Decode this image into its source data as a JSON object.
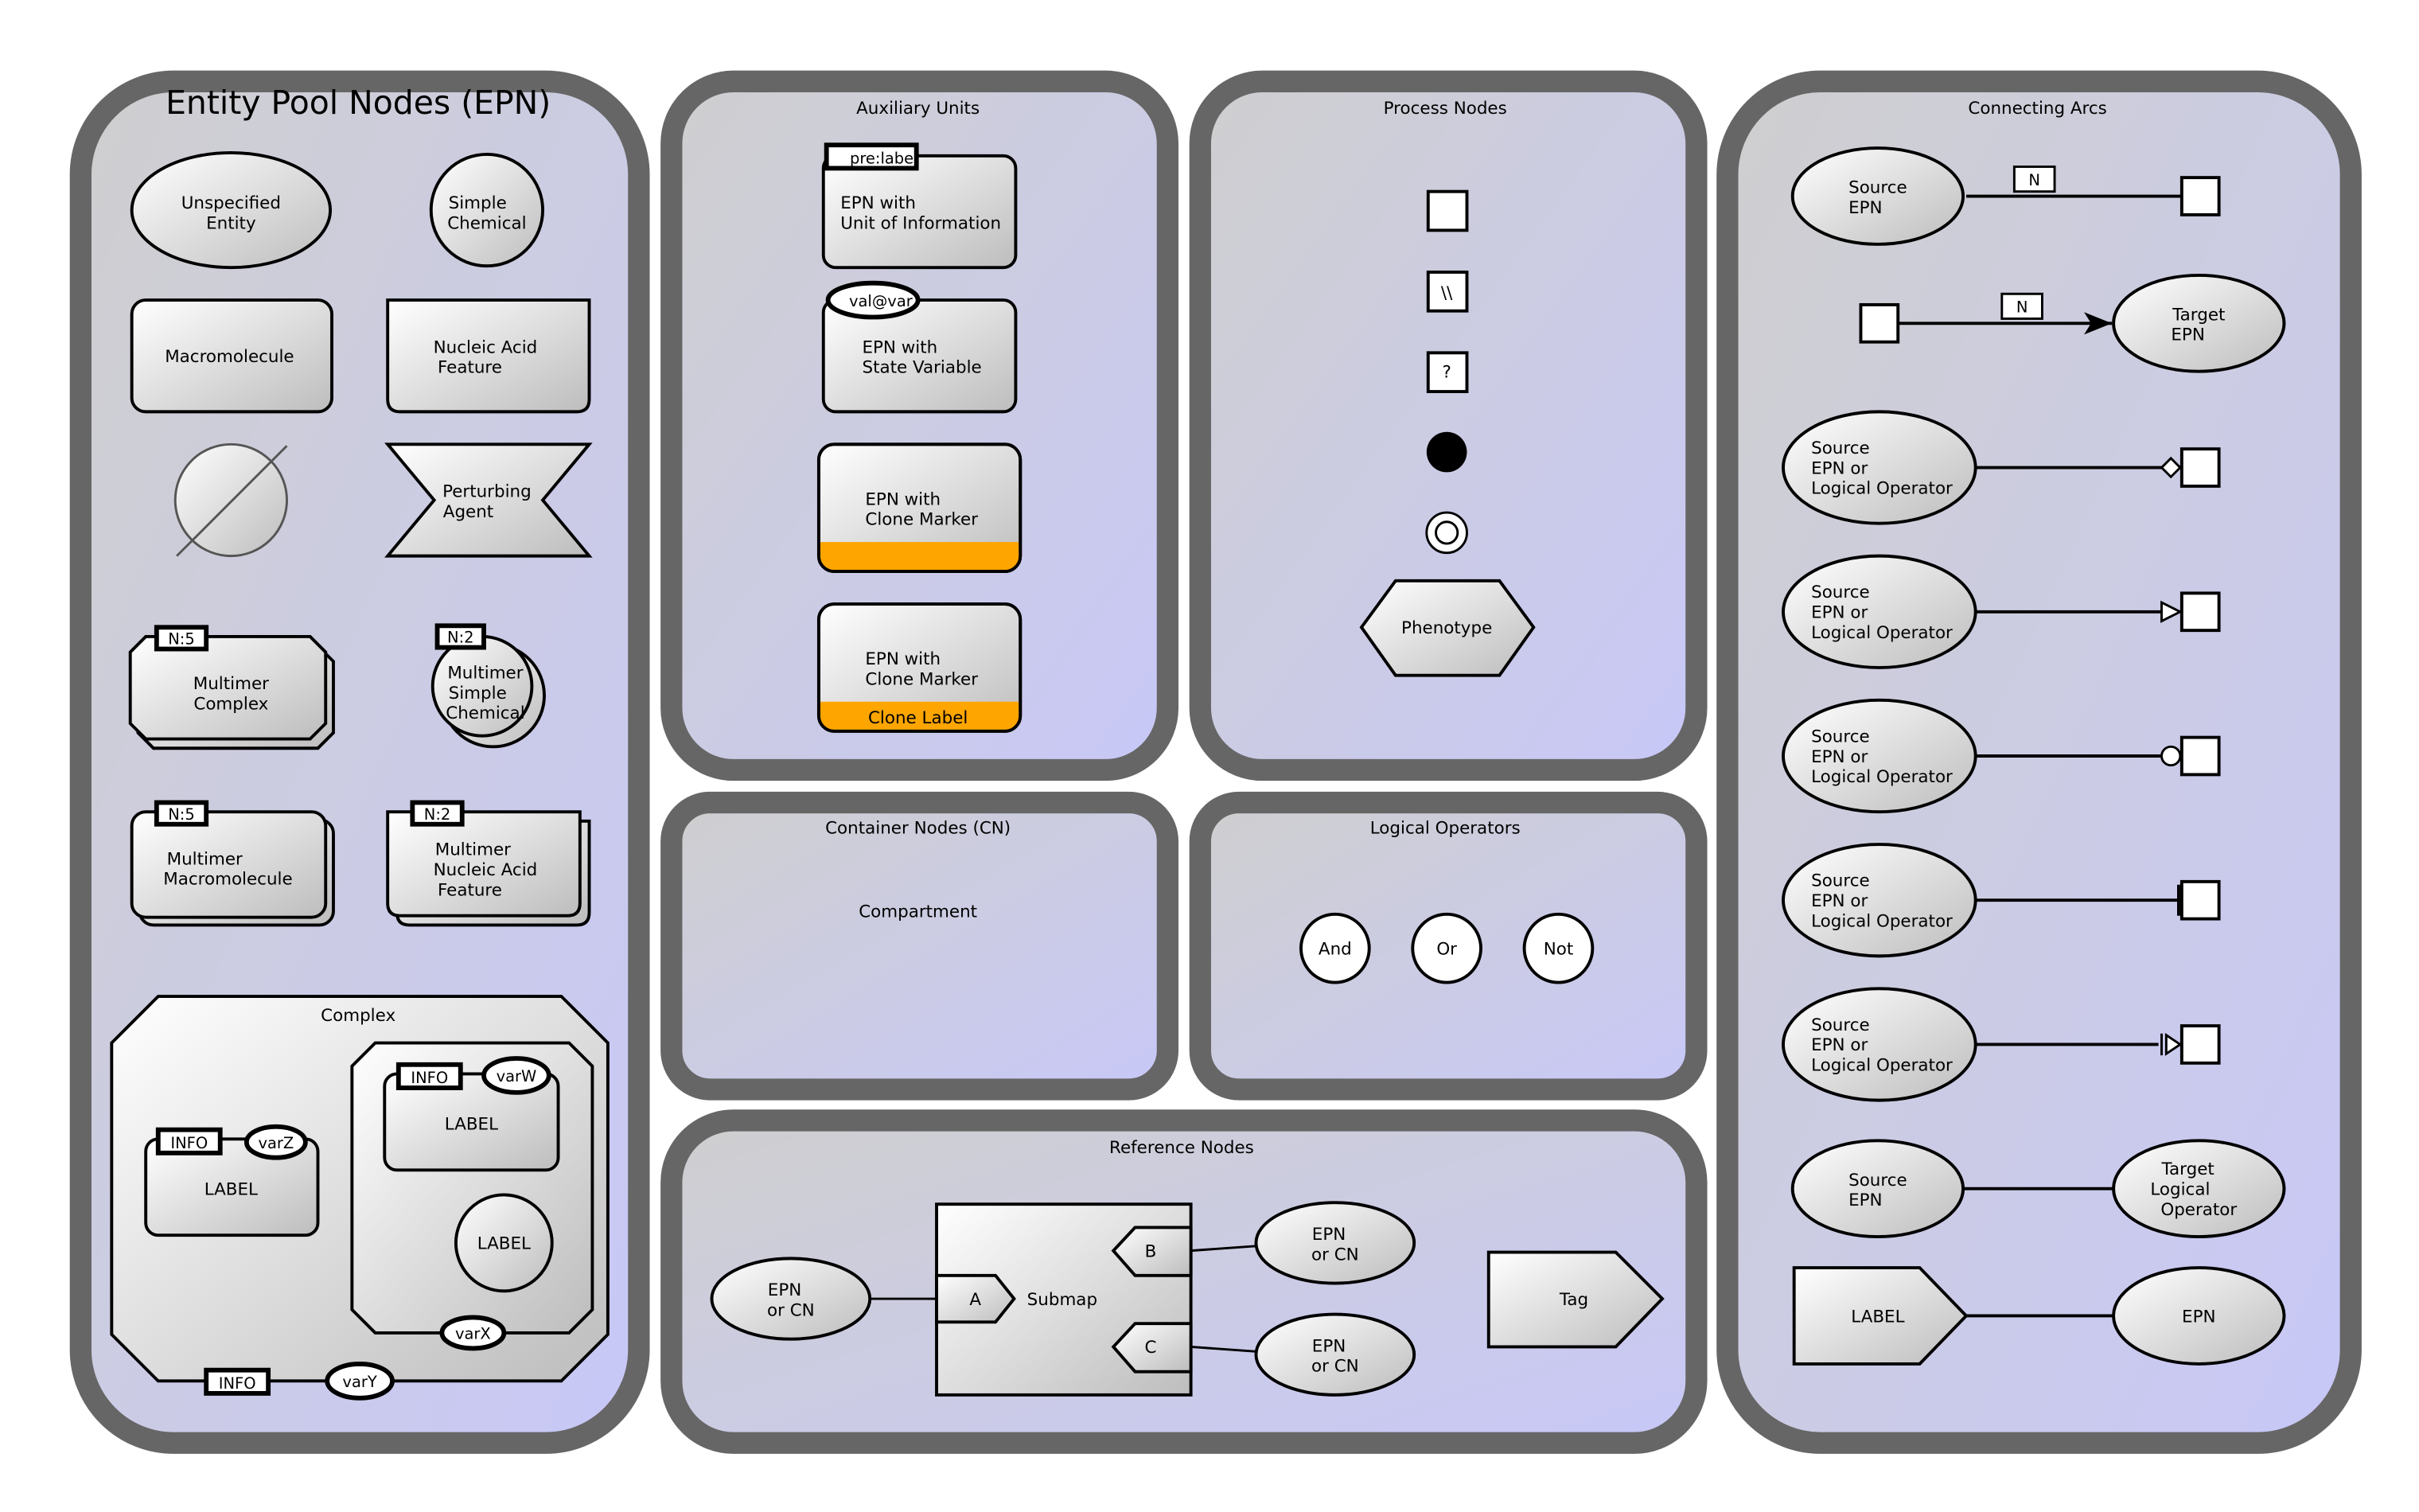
{
  "compartments": {
    "epn": "Entity Pool Nodes (EPN)",
    "aux": "Auxiliary Units",
    "process": "Process Nodes",
    "arcs": "Connecting Arcs",
    "container": "Container Nodes (CN)",
    "logical": "Logical Operators",
    "reference": "Reference Nodes"
  },
  "epn": {
    "unspecified": [
      "Unspecified",
      "Entity"
    ],
    "simple_chemical": [
      "Simple",
      "Chemical"
    ],
    "macromolecule": "Macromolecule",
    "nucleic_acid": [
      "Nucleic Acid",
      "Feature"
    ],
    "perturbing": [
      "Perturbing",
      "Agent"
    ],
    "multimer_complex": {
      "badge": "N:5",
      "lines": [
        "Multimer",
        "Complex"
      ]
    },
    "multimer_chemical": {
      "badge": "N:2",
      "lines": [
        "Multimer",
        "Simple",
        "Chemical"
      ]
    },
    "multimer_macro": {
      "badge": "N:5",
      "lines": [
        "Multimer",
        "Macromolecule"
      ]
    },
    "multimer_nucleic": {
      "badge": "N:2",
      "lines": [
        "Multimer",
        "Nucleic Acid",
        "Feature"
      ]
    },
    "complex": {
      "title": "Complex",
      "label": "LABEL",
      "info": "INFO",
      "var_z": "varZ",
      "var_w": "varW",
      "var_x": "varX",
      "var_y": "varY"
    }
  },
  "aux": {
    "unit_info": {
      "badge": "pre:label",
      "lines": [
        "EPN with",
        "Unit of Information"
      ]
    },
    "state_var": {
      "badge": "val@var",
      "lines": [
        "EPN with",
        "State Variable"
      ]
    },
    "clone1": {
      "lines": [
        "EPN with",
        "Clone Marker"
      ]
    },
    "clone2": {
      "lines": [
        "EPN with",
        "Clone Marker"
      ],
      "clone_label": "Clone Label"
    }
  },
  "process": {
    "omitted": "\\\\",
    "uncertain": "?",
    "phenotype": "Phenotype"
  },
  "container": {
    "compartment": "Compartment"
  },
  "logical": {
    "and": "And",
    "or": "Or",
    "not": "Not"
  },
  "reference": {
    "epn_or_cn": [
      "EPN",
      "or CN"
    ],
    "submap": "Submap",
    "ports": [
      "A",
      "B",
      "C"
    ],
    "tag": "Tag"
  },
  "arcs": {
    "source_epn": [
      "Source",
      "EPN"
    ],
    "target_epn": [
      "Target",
      "EPN"
    ],
    "source_logical": [
      "Source",
      "EPN or",
      "Logical Operator"
    ],
    "target_logical": [
      "Target",
      "Logical",
      "Operator"
    ],
    "cardinality": "N",
    "label": "LABEL",
    "epn": "EPN"
  },
  "colors": {
    "compartment_border": "#666666",
    "compartment_fill_light": "#cfcfcf",
    "compartment_fill_tint": "#c8c8f8",
    "node_gradient_light": "#ffffff",
    "node_gradient_dark": "#bdbdbd",
    "clone_marker": "#ffa500"
  }
}
